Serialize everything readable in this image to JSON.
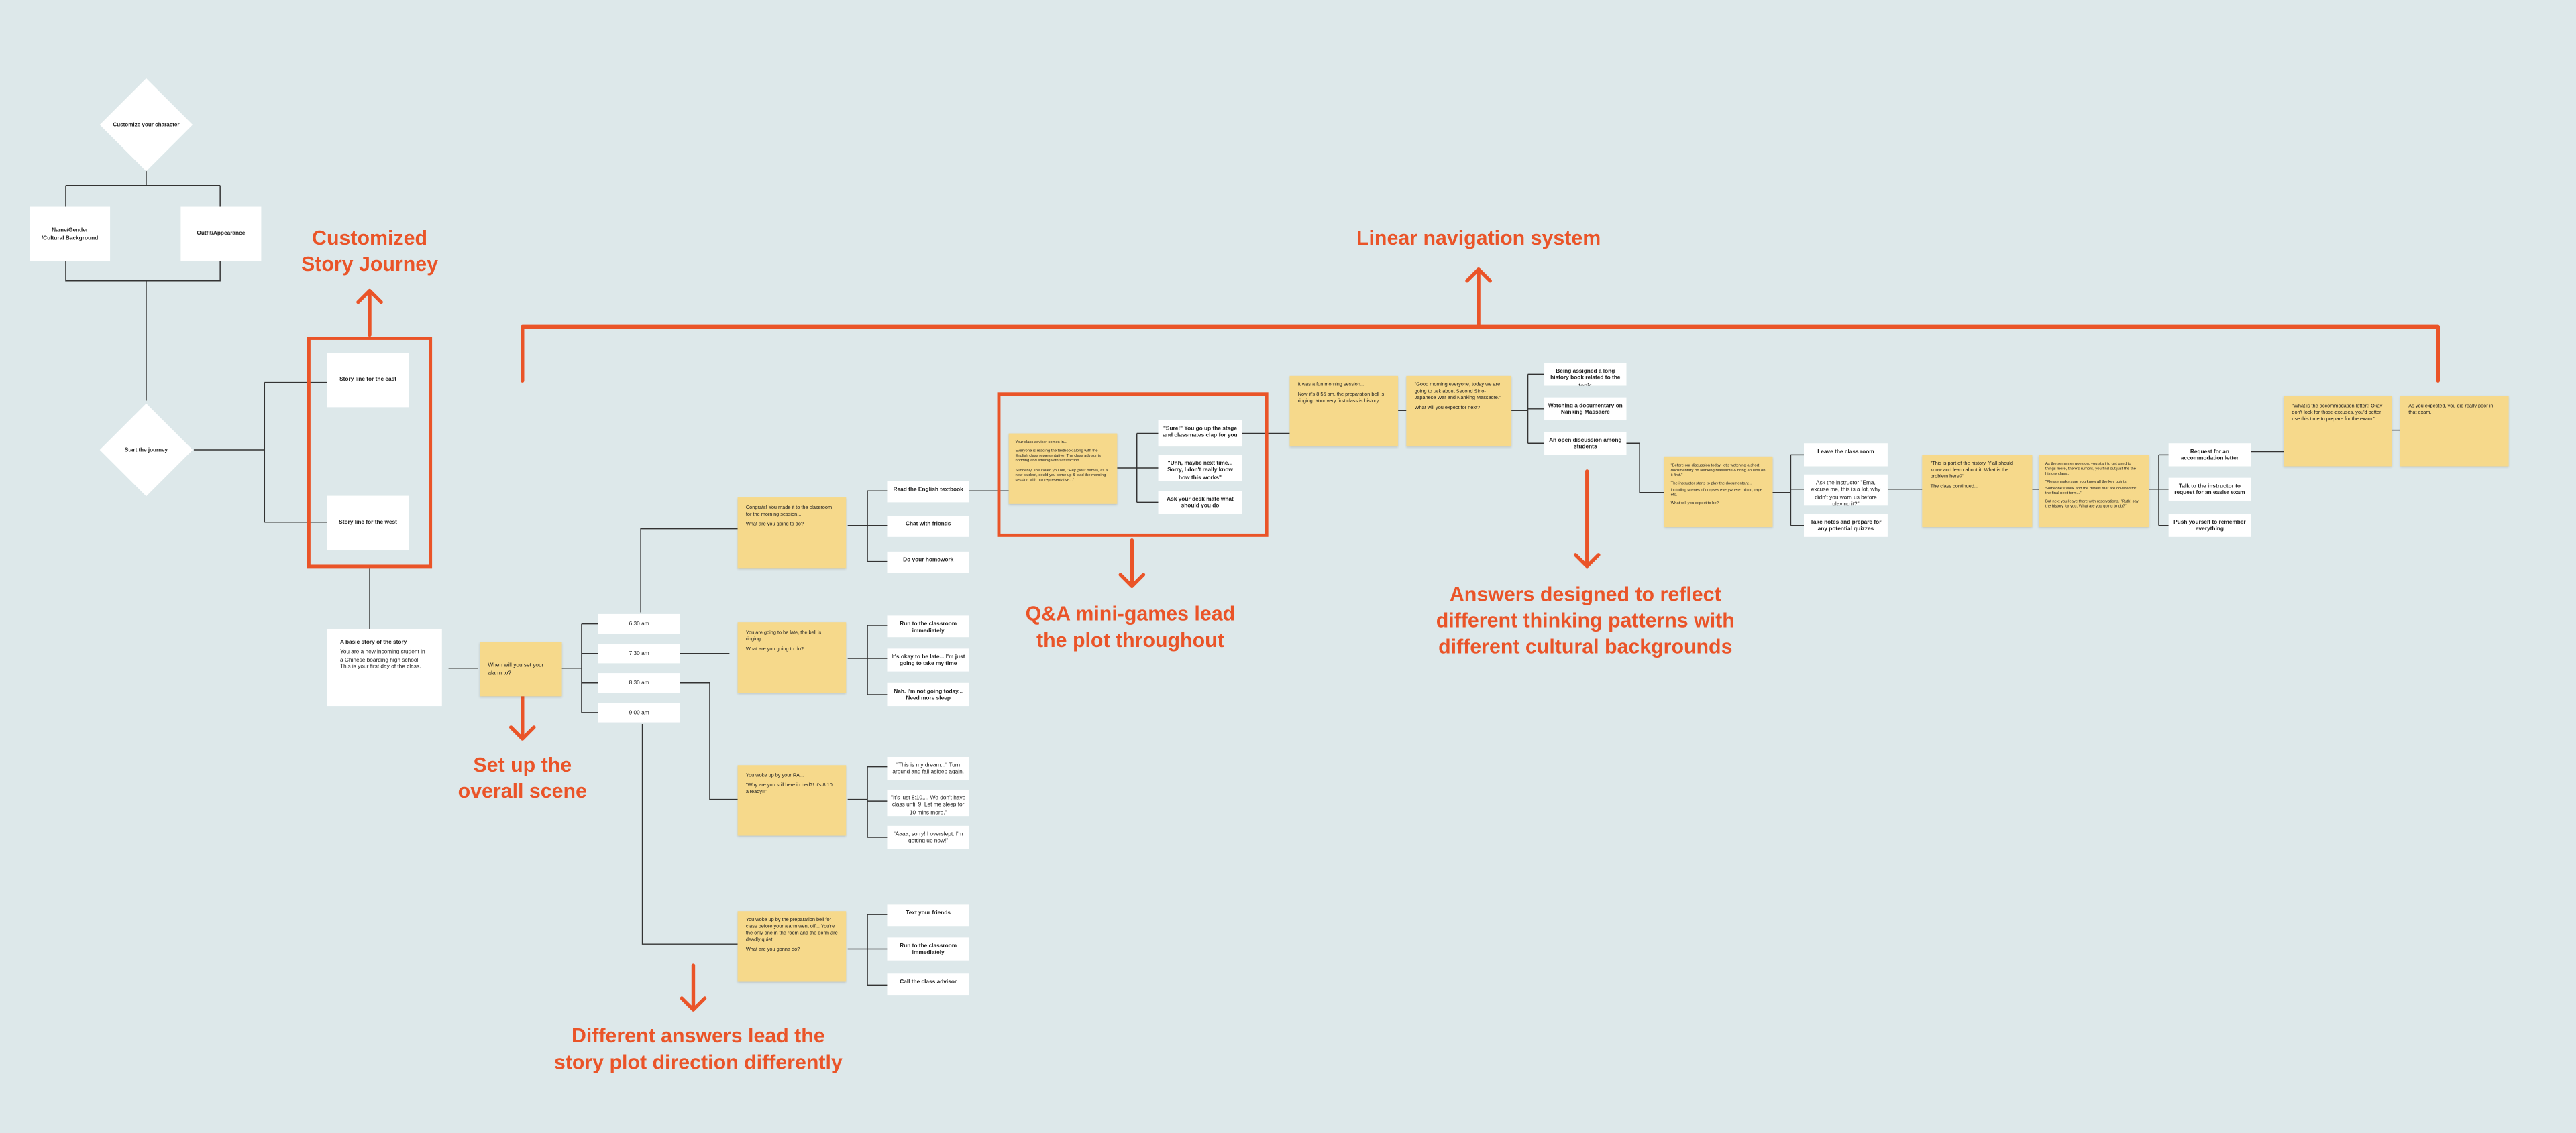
{
  "customize": {
    "diamond": "Customize your character",
    "name_gender": [
      "Name/Gender",
      "/Cultural Background"
    ],
    "outfit": "Outfit/Appearance"
  },
  "start": {
    "diamond": "Start the journey",
    "story_east": "Story line for the east",
    "story_west": "Story line for the west"
  },
  "basic_story": {
    "title": "A basic story of the story",
    "body": "You are a new incoming student in a Chinese boarding high school. This is your first day of the class."
  },
  "alarm": {
    "question": "When will you set your alarm to?",
    "times": [
      "6:30 am",
      "7:30 am",
      "8:30 am",
      "9:00 am"
    ]
  },
  "branch_630": {
    "note": [
      "Congrats! You made it to the classroom for the morning session...",
      "What are you going to do?"
    ],
    "options": [
      "Read the English textbook",
      "Chat with friends",
      "Do your homework"
    ]
  },
  "branch_730": {
    "note": [
      "You are going to be late, the bell is ringing...",
      "What are you going to do?"
    ],
    "options": [
      "Run to the classroom immediately",
      "It's okay to be late... I'm just going to take my time",
      "Nah. I'm not going today... Need more sleep"
    ]
  },
  "branch_830": {
    "note": [
      "You woke up by your RA...",
      "\"Why are you still here in bed?! It's 8:10 already!!\""
    ],
    "options": [
      "\"This is my dream...\" Turn around and fall asleep again.",
      "\"It's just 8:10,... We don't have class until 9. Let me sleep for 10 mins more.\"",
      "\"Aaaa, sorry! I overslept. I'm getting up now!\""
    ]
  },
  "branch_900": {
    "note": [
      "You woke up by the preparation bell for class before your alarm went off... You're the only one in the room and the dorm are deadly quiet.",
      "What are you gonna do?"
    ],
    "options": [
      "Text your friends",
      "Run to the classroom immediately",
      "Call the class advisor"
    ]
  },
  "qa_game": {
    "note": [
      "Your class advisor comes in...",
      "Everyone is reading the textbook along with the English class representative. The class advisor is nodding and smiling with satisfaction.",
      "Suddenly, she called you out, \"Hey (your name), as a new student, could you come up & lead the morning session with our representative...\""
    ],
    "options": [
      "\"Sure!\" You go up the stage and classmates clap for you",
      "\"Uhh, maybe next time... Sorry, I don't really know how this works\"",
      "Ask your desk mate what should you do"
    ]
  },
  "history_class": {
    "note1": [
      "It was a fun morning session...",
      "Now it's 8:55 am, the preparation bell is ringing. Your very first class is history."
    ],
    "note2": [
      "\"Good morning everyone, today we are going to talk about Second Sino-Japanese War and Nanking Massacre.\"",
      "What will you expect for next?"
    ],
    "options": [
      "Being assigned a long history book related to the topic",
      "Watching a documentary on Nanking Massacre",
      "An open discussion among students"
    ]
  },
  "documentary": {
    "note": [
      "\"Before our discussion today, let's watching a short documentary on Nanking Massacre & bring an lens on it first.\"",
      "The instructor starts to play the documentary... including scenes of corpses everywhere, blood, rape etc.",
      "What will you expect to be?"
    ],
    "options": [
      "Leave the class room",
      "Ask the instructor \"Ema, excuse me, this is a lot, why didn't you warn us before playing it?\"",
      "Take notes and prepare for any potential quizzes"
    ]
  },
  "history_fact": {
    "note1": [
      "\"This is part of the history. Y'all should know and learn about it! What is the problem here?\"",
      "The class continued..."
    ],
    "note2": [
      "As the semester goes on, you start to get used to things more, there's rumors, you find out just the the history class...",
      "\"Please make sure you know all the key points. Someone's work and the details that are covered for the final next term...\"",
      "But next you leave there with reservations. \"Ruth! say the history for you. What are you going to do?\""
    ],
    "options": [
      "Request for an accommodation letter",
      "Talk to the instructor to request for an easier exam",
      "Push yourself to remember everything"
    ]
  },
  "ending": {
    "note1": "\"What is the accommodation letter? Okay don't look for those excuses, you'd better use this time to prepare for the exam.\"",
    "note2": "As you expected, you did really poor in that exam."
  },
  "annotations": {
    "customized": [
      "Customized",
      "Story Journey"
    ],
    "linear": "Linear navigation system",
    "setup": [
      "Set up the",
      "overall scene"
    ],
    "different": [
      "Different answers lead the",
      "story plot direction differently"
    ],
    "qa": [
      "Q&A mini-games lead",
      "the plot throughout"
    ],
    "thinking": [
      "Answers designed to reflect",
      "different thinking patterns with",
      "different cultural backgrounds"
    ]
  },
  "colors": {
    "background": "#dde8ea",
    "accent": "#ea5428",
    "sticky": "#f6d98b",
    "card": "#ffffff",
    "connector": "#333333"
  }
}
